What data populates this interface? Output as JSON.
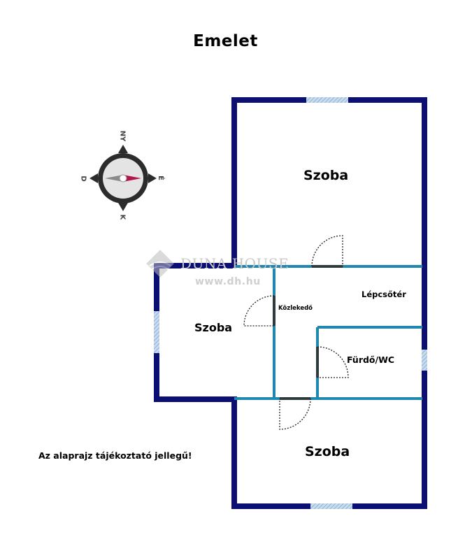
{
  "title": "Emelet",
  "rooms": {
    "szoba_top": "Szoba",
    "szoba_left": "Szoba",
    "szoba_bottom": "Szoba",
    "kozlekedo": "Közlekedő",
    "lepcsoter": "Lépcsőtér",
    "furdo": "Fürdő/WC"
  },
  "compass": {
    "north": "NY",
    "east": "É",
    "south": "K",
    "west": "D"
  },
  "watermark": {
    "brand": "DUNA HOUSE",
    "url": "www.dh.hu"
  },
  "note": "Az alaprajz tájékoztató jellegű!",
  "colors": {
    "outer_wall": "#0b0e72",
    "inner_wall": "#1e88b0",
    "window": "#a8c6e0",
    "door_leaf": "#2f3a3d",
    "compass_needle": "#b0164a"
  }
}
